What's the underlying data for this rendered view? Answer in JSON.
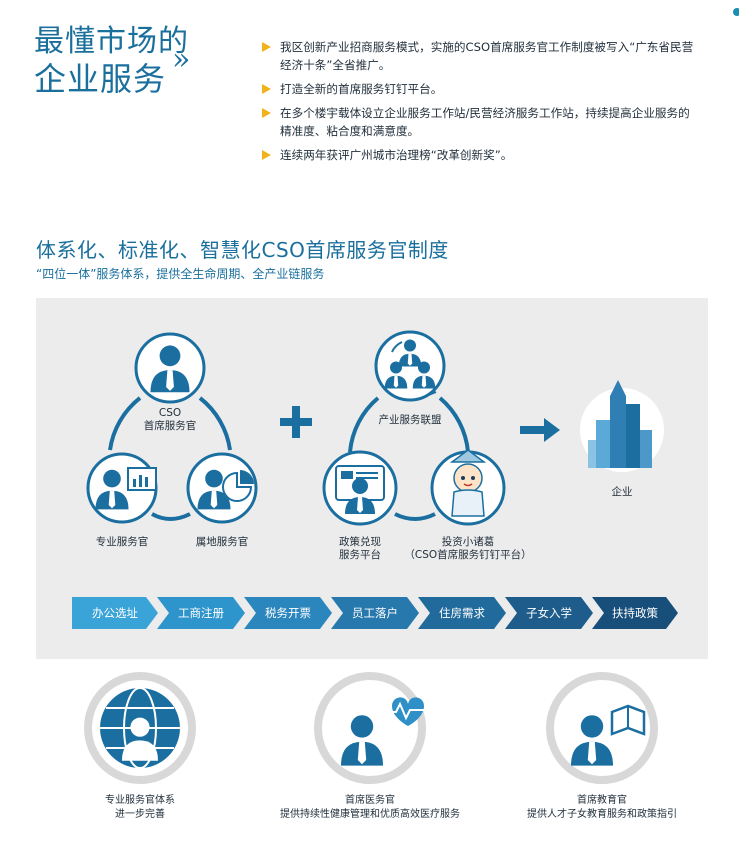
{
  "hero": {
    "title_line1": "最懂市场的",
    "title_line2": "企业服务",
    "chevron": "»",
    "bullets": [
      "我区创新产业招商服务模式，实施的CSO首席服务官工作制度被写入“广东省民营经济十条”全省推广。",
      "打造全新的首席服务钉钉平台。",
      "在多个楼宇载体设立企业服务工作站/民营经济服务工作站，持续提高企业服务的精准度、粘合度和满意度。",
      "连续两年获评广州城市治理榜“改革创新奖”。"
    ]
  },
  "section": {
    "title": "体系化、标准化、智慧化CSO首席服务官制度",
    "subtitle": "“四位一体”服务体系，提供全生命周期、全产业链服务"
  },
  "diagram": {
    "left_top_label_1": "CSO",
    "left_top_label_2": "首席服务官",
    "left_bl_label": "专业服务官",
    "left_br_label": "属地服务官",
    "plus": "+",
    "right_top_label": "产业服务联盟",
    "right_bl_label_1": "政策兑现",
    "right_bl_label_2": "服务平台",
    "right_br_label_1": "投资小诸葛",
    "right_br_label_2": "（CSO首席服务钉钉平台）",
    "enterprise_label": "企业"
  },
  "steps": [
    "办公选址",
    "工商注册",
    "税务开票",
    "员工落户",
    "住房需求",
    "子女入学",
    "扶持政策"
  ],
  "step_colors": [
    "#3aa3d8",
    "#2e94cc",
    "#2a86bd",
    "#2678ad",
    "#216a9c",
    "#1d5c8b",
    "#184e7a"
  ],
  "bottom": [
    {
      "line1": "专业服务官体系",
      "line2": "进一步完善",
      "icon": "globe-person-icon"
    },
    {
      "line1": "首席医务官",
      "line2": "提供持续性健康管理和优质高效医疗服务",
      "icon": "heart-person-icon"
    },
    {
      "line1": "首席教育官",
      "line2": "提供人才子女教育服务和政策指引",
      "icon": "book-person-icon"
    }
  ],
  "colors": {
    "primary": "#1a6f9d",
    "bullet": "#f0b31b",
    "icon_blue": "#1b6fa0",
    "panel": "#ececec"
  }
}
